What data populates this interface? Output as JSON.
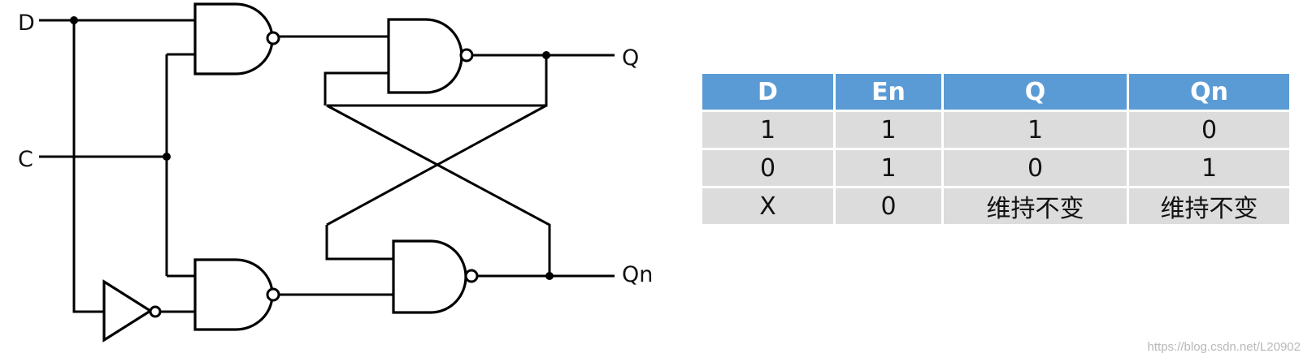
{
  "circuit": {
    "labels": {
      "d": "D",
      "c": "C",
      "q": "Q",
      "qn": "Qn"
    }
  },
  "truth_table": {
    "headers": [
      "D",
      "En",
      "Q",
      "Qn"
    ],
    "rows": [
      [
        "1",
        "1",
        "1",
        "0"
      ],
      [
        "0",
        "1",
        "0",
        "1"
      ],
      [
        "X",
        "0",
        "维持不变",
        "维持不变"
      ]
    ]
  },
  "watermark": "https://blog.csdn.net/L20902",
  "colors": {
    "header_bg": "#5b9bd5",
    "header_text": "#ffffff",
    "cell_bg": "#dcdcdc",
    "line": "#000000"
  }
}
